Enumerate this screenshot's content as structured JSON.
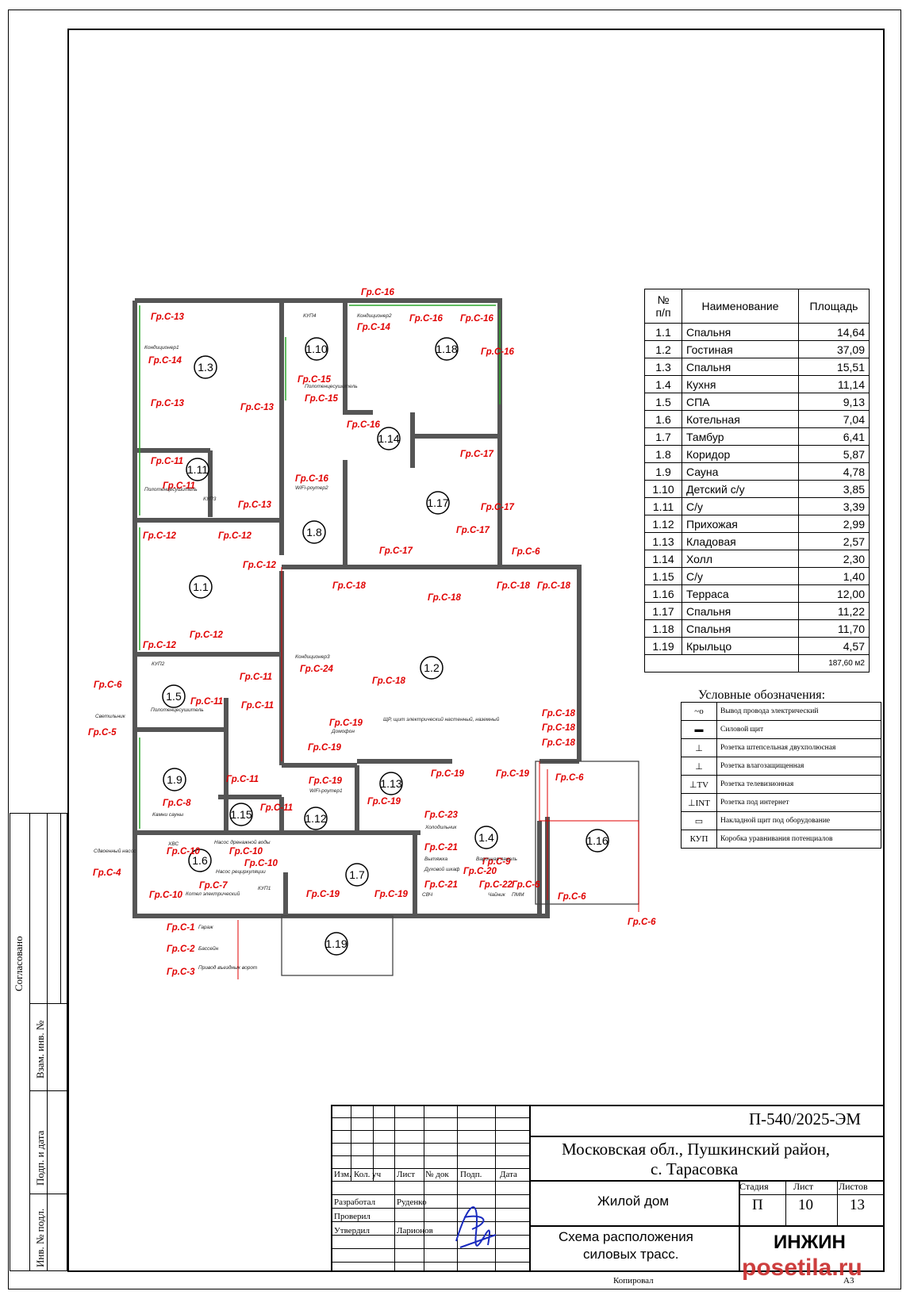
{
  "rooms_table": {
    "headers": [
      "№\nп/п",
      "Наименование",
      "Площадь"
    ],
    "rows": [
      [
        "1.1",
        "Спальня",
        "14,64"
      ],
      [
        "1.2",
        "Гостиная",
        "37,09"
      ],
      [
        "1.3",
        "Спальня",
        "15,51"
      ],
      [
        "1.4",
        "Кухня",
        "11,14"
      ],
      [
        "1.5",
        "СПА",
        "9,13"
      ],
      [
        "1.6",
        "Котельная",
        "7,04"
      ],
      [
        "1.7",
        "Тамбур",
        "6,41"
      ],
      [
        "1.8",
        "Коридор",
        "5,87"
      ],
      [
        "1.9",
        "Сауна",
        "4,78"
      ],
      [
        "1.10",
        "Детский с/у",
        "3,85"
      ],
      [
        "1.11",
        "С/у",
        "3,39"
      ],
      [
        "1.12",
        "Прихожая",
        "2,99"
      ],
      [
        "1.13",
        "Кладовая",
        "2,57"
      ],
      [
        "1.14",
        "Холл",
        "2,30"
      ],
      [
        "1.15",
        "С/у",
        "1,40"
      ],
      [
        "1.16",
        "Терраса",
        "12,00"
      ],
      [
        "1.17",
        "Спальня",
        "11,22"
      ],
      [
        "1.18",
        "Спальня",
        "11,70"
      ],
      [
        "1.19",
        "Крыльцо",
        "4,57"
      ]
    ],
    "total": "187,60 м2"
  },
  "legend": {
    "title": "Условные обозначения:",
    "items": [
      {
        "symbol": "~o",
        "text": "Вывод провода электрический"
      },
      {
        "symbol": "▬",
        "text": "Силовой щит"
      },
      {
        "symbol": "⊥",
        "text": "Розетка штепсельная двухполюсная"
      },
      {
        "symbol": "⊥",
        "text": "Розетка влагозащищенная"
      },
      {
        "symbol": "⊥TV",
        "text": "Розетка телевизионная"
      },
      {
        "symbol": "⊥INT",
        "text": "Розетка под интернет"
      },
      {
        "symbol": "▭",
        "text": "Накладной щит под оборудование"
      },
      {
        "symbol": "КУП",
        "text": "Коробка уравнивания потенциалов"
      }
    ]
  },
  "room_labels": {
    "r1_1": "1.1",
    "r1_2": "1.2",
    "r1_3": "1.3",
    "r1_4": "1.4",
    "r1_5": "1.5",
    "r1_6": "1.6",
    "r1_7": "1.7",
    "r1_8": "1.8",
    "r1_9": "1.9",
    "r1_10": "1.10",
    "r1_11": "1.11",
    "r1_12": "1.12",
    "r1_13": "1.13",
    "r1_14": "1.14",
    "r1_15": "1.15",
    "r1_16": "1.16",
    "r1_17": "1.17",
    "r1_18": "1.18",
    "r1_19": "1.19"
  },
  "circuit_labels": {
    "g16_top": "Гр.С-16",
    "g13_a": "Гр.С-13",
    "g14_a": "Гр.С-14",
    "g13_b": "Гр.С-13",
    "g11_a": "Гр.С-11",
    "g11_b": "Гр.С-11",
    "g13_c": "Гр.С-13",
    "g12_a": "Гр.С-12",
    "g12_b": "Гр.С-12",
    "g13_d": "Гр.С-13",
    "g15_a": "Гр.С-15",
    "g15_b": "Гр.С-15",
    "g16_a": "Гр.С-16",
    "g16_b": "Гр.С-16",
    "g16_c": "Гр.С-16",
    "g16_d": "Гр.С-16",
    "g16_e": "Гр.С-16",
    "g14_b": "Гр.С-14",
    "g17_a": "Гр.С-17",
    "g17_b": "Гр.С-17",
    "g17_c": "Гр.С-17",
    "g17_d": "Гр.С-17",
    "g6_a": "Гр.С-6",
    "g12_c": "Гр.С-12",
    "g18_a": "Гр.С-18",
    "g18_b": "Гр.С-18",
    "g18_c": "Гр.С-18",
    "g18_d": "Гр.С-18",
    "g12_d": "Гр.С-12",
    "g12_e": "Гр.С-12",
    "g24": "Гр.С-24",
    "g18_e": "Гр.С-18",
    "g6_b": "Гр.С-6",
    "g11_c": "Гр.С-11",
    "g11_d": "Гр.С-11",
    "g11_e": "Гр.С-11",
    "g18_f": "Гр.С-18",
    "g18_g": "Гр.С-18",
    "g18_h": "Гр.С-18",
    "g5": "Гр.С-5",
    "g19_a": "Гр.С-19",
    "g19_b": "Гр.С-19",
    "g19_c": "Гр.С-19",
    "g19_d": "Гр.С-19",
    "g19_e": "Гр.С-19",
    "g6_c": "Гр.С-6",
    "g11_f": "Гр.С-11",
    "g11_g": "Гр.С-11",
    "g19_f": "Гр.С-19",
    "g8": "Гр.С-8",
    "g23": "Гр.С-23",
    "g4": "Гр.С-4",
    "g10_a": "Гр.С-10",
    "g10_b": "Гр.С-10",
    "g10_c": "Гр.С-10",
    "g21_a": "Гр.С-21",
    "g9": "Гр.С-9",
    "g20": "Гр.С-20",
    "g7": "Гр.С-7",
    "g10_d": "Гр.С-10",
    "g19_g": "Гр.С-19",
    "g19_h": "Гр.С-19",
    "g21_b": "Гр.С-21",
    "g22": "Гр.С-22",
    "g6_d": "Гр.С-6",
    "g6_e": "Гр.С-6",
    "g1": "Гр.С-1",
    "g2": "Гр.С-2",
    "g3": "Гр.С-3",
    "g6_f": "Гр.С-6"
  },
  "small_notes": {
    "kup4": "КУП4",
    "kup3": "КУП3",
    "kup2": "КУП2",
    "kup1": "КУП1",
    "cond1": "Кондиционер1",
    "cond2": "Кондиционер2",
    "cond3": "Кондиционер3",
    "polot1": "Полотенцесушитель",
    "polot2": "Полотенцесушитель",
    "polot3": "Полотенцесушитель",
    "wifi2": "WiFi-роутер2",
    "wifi1": "WiFi-роутер1",
    "shchit": "ЩР, щит электрический настенный, наземный",
    "domofon": "Домофон",
    "svetilnik": "Светильник",
    "sdvoen": "Сдвоенный насос",
    "kotel": "Котел электрический",
    "nasos1": "Насос дренажной воды",
    "nasos2": "Насос рециркуляции",
    "xvs": "ХВС",
    "kamen": "Камни сауны",
    "holod": "Холодильник",
    "vytyazhka": "Вытяжка",
    "duh": "Духовой шкаф",
    "varochn": "Варочная панель",
    "svch": "СВЧ",
    "chainik": "Чайник",
    "pmm": "ПММ",
    "garage": "Гараж",
    "bassein": "Бассейн",
    "privod": "Привод въездных ворот"
  },
  "stamp_left": {
    "soglas": "Согласовано",
    "vzam": "Взам. инв. №",
    "podp": "Подп. и дата",
    "inv": "Инв. № подл."
  },
  "title_block": {
    "code": "П-540/2025-ЭМ",
    "address_1": "Московская обл., Пушкинский район,",
    "address_2": "с. Тарасовка",
    "object": "Жилой дом",
    "sheet_title_1": "Схема расположения",
    "sheet_title_2": "силовых трасс.",
    "col_headers": [
      "Изм.",
      "Кол. уч",
      "Лист",
      "№ док",
      "Подп.",
      "Дата"
    ],
    "roles": [
      [
        "Разработал",
        "Руденко"
      ],
      [
        "Проверил",
        ""
      ],
      [
        "Утвердил",
        "Ларионов"
      ]
    ],
    "stage_h": "Стадия",
    "sheet_h": "Лист",
    "sheets_h": "Листов",
    "stage": "П",
    "sheet": "10",
    "sheets": "13",
    "logo": "ИНЖИН",
    "copied": "Копировал",
    "format": "А3",
    "watermark": "posetila.ru"
  }
}
